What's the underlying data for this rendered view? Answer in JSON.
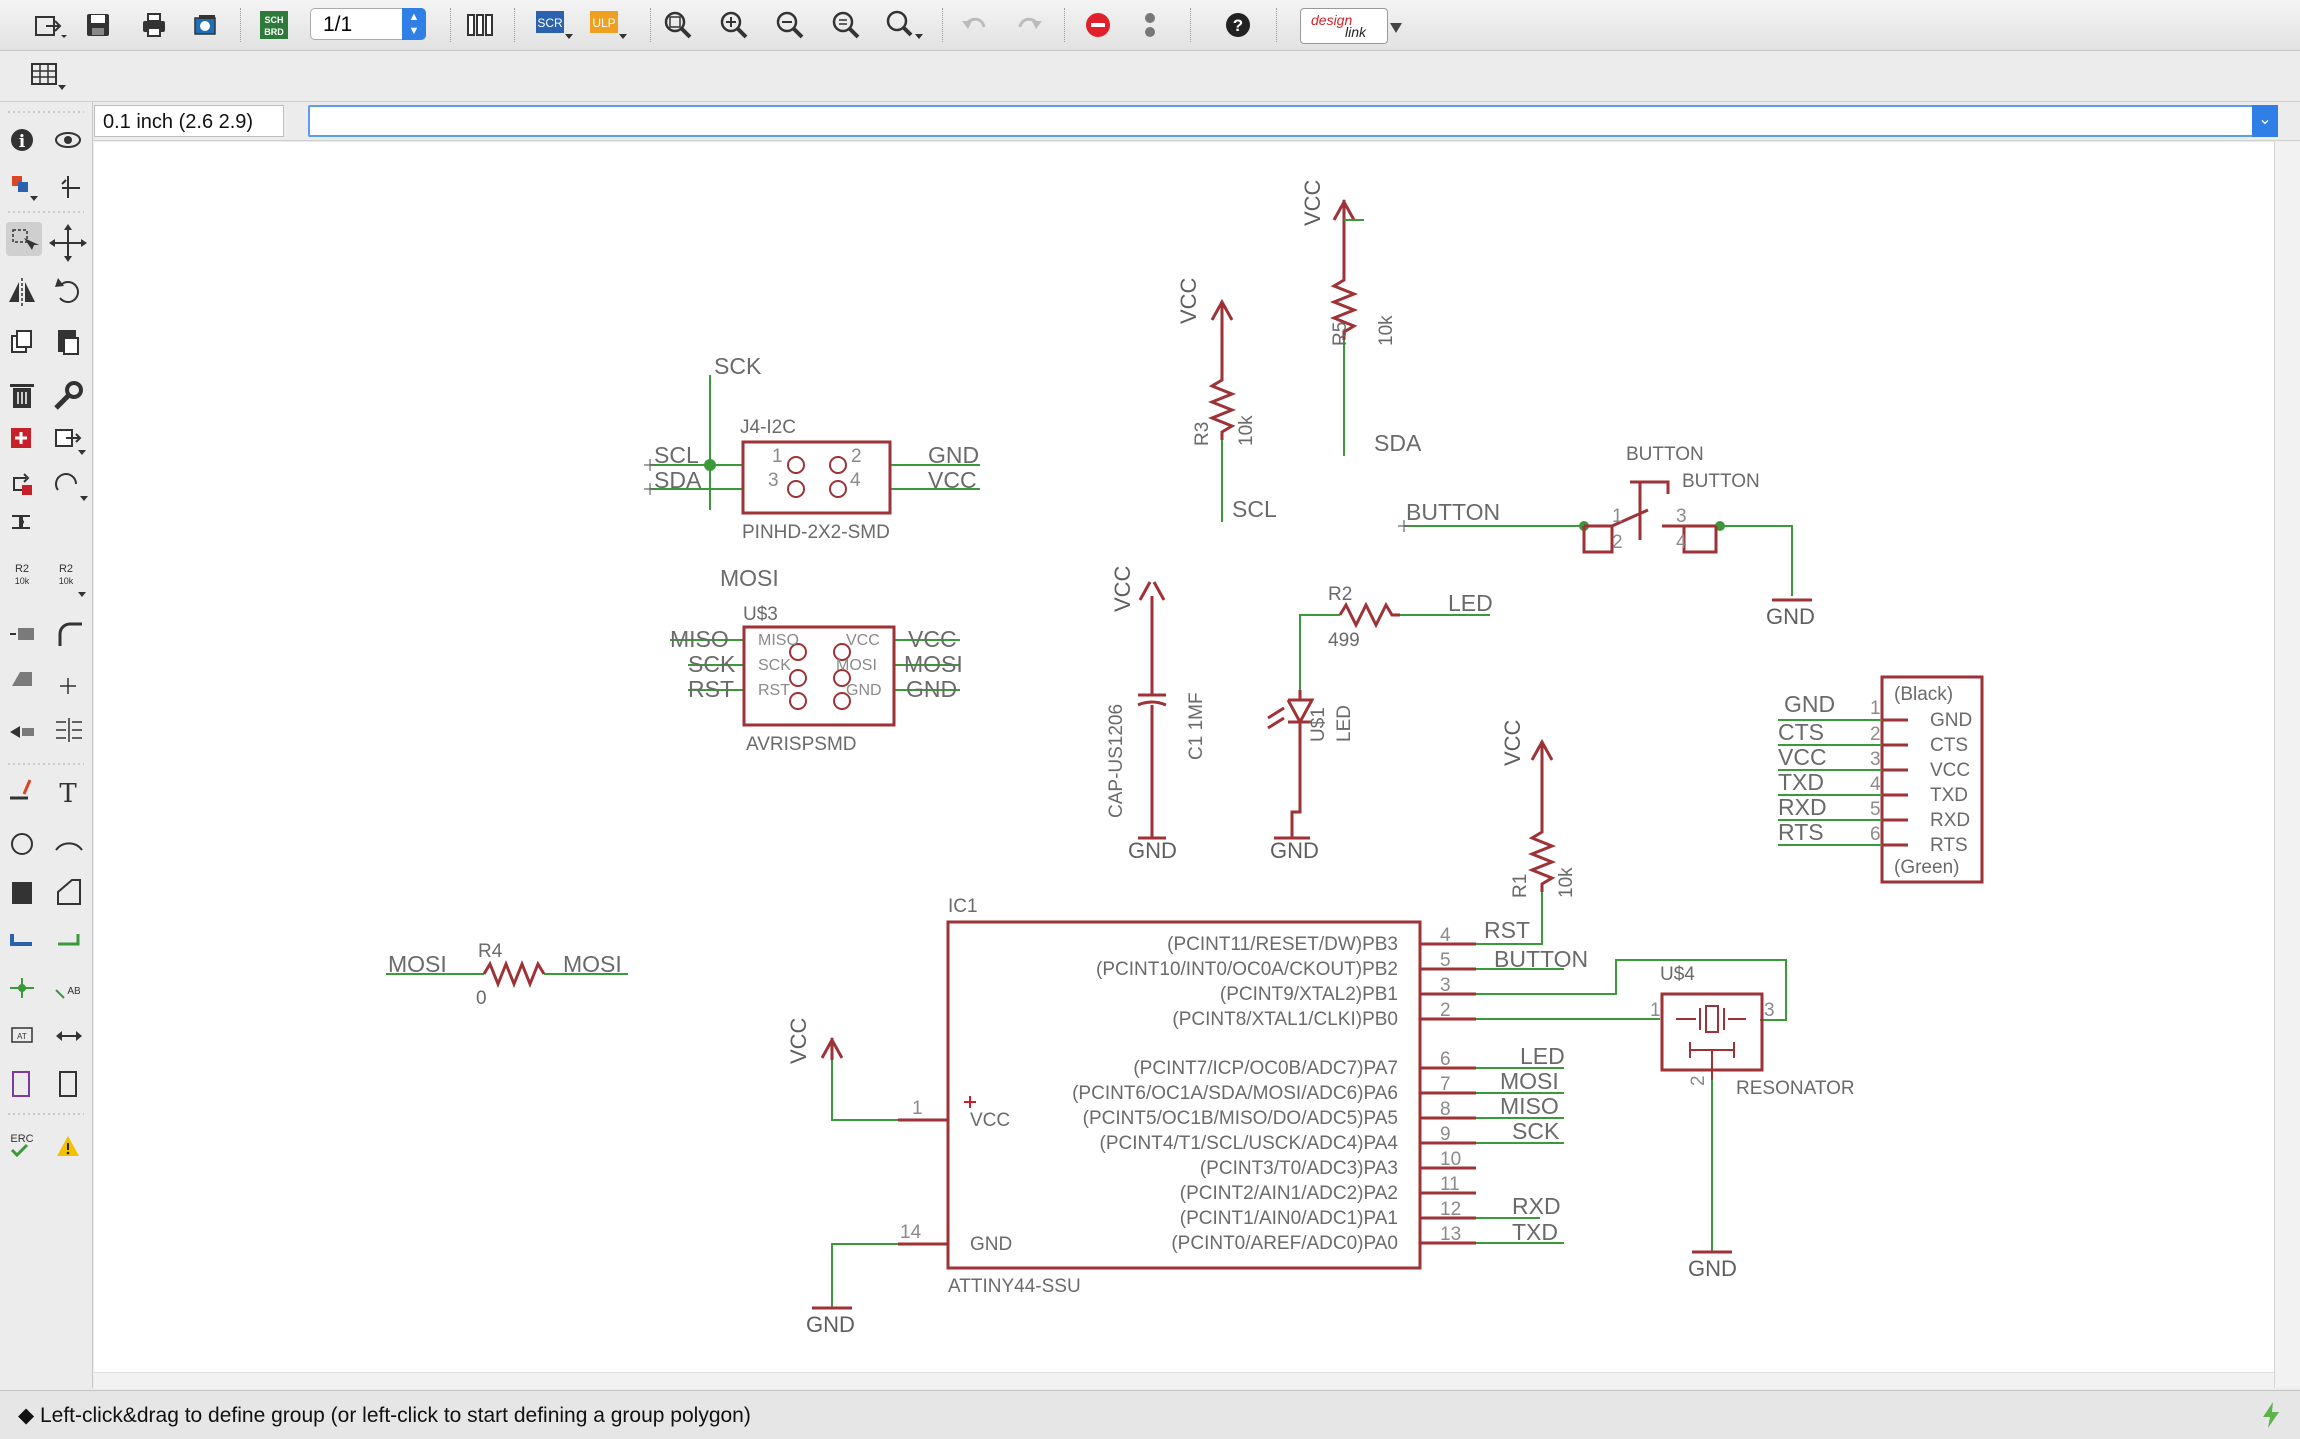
{
  "toolbar": {
    "page_value": "1/1",
    "buttons": [
      {
        "name": "open-menu-icon"
      },
      {
        "name": "save-icon"
      },
      {
        "name": "print-icon"
      },
      {
        "name": "cam-icon"
      },
      {
        "name": "sch-brd-switch-icon",
        "label": "SCH BRD"
      },
      {
        "name": "library-icon"
      },
      {
        "name": "script-icon",
        "label": "SCR"
      },
      {
        "name": "ulp-icon",
        "label": "ULP"
      },
      {
        "name": "zoom-fit-icon"
      },
      {
        "name": "zoom-in-icon"
      },
      {
        "name": "zoom-out-icon"
      },
      {
        "name": "zoom-redraw-icon"
      },
      {
        "name": "zoom-select-icon"
      },
      {
        "name": "undo-icon"
      },
      {
        "name": "redo-icon"
      },
      {
        "name": "stop-icon"
      },
      {
        "name": "go-icon"
      },
      {
        "name": "help-icon"
      }
    ],
    "designlink": {
      "line1": "design",
      "line2": "link"
    }
  },
  "subbar": {
    "grid_icon": "grid-icon"
  },
  "command": {
    "coordinates": "0.1 inch (2.6 2.9)",
    "input_value": ""
  },
  "sidebar": {
    "tools": [
      "info-icon",
      "show-icon",
      "layer-visibility-icon",
      "mark-icon",
      "group-select-icon",
      "move-icon",
      "mirror-icon",
      "rotate-icon",
      "copy-icon",
      "paste-icon",
      "delete-icon",
      "change-icon",
      "add-part-icon",
      "replace-icon",
      "swap-icon",
      "gateswap-icon",
      "invoke-icon",
      "name-icon",
      "value-icon",
      "value-dropdown-icon",
      "smash-icon",
      "miter-icon",
      "split-icon",
      "optimize-icon",
      "pinswap-icon",
      "align-icon",
      "wire-icon",
      "text-icon",
      "circle-icon",
      "arc-icon",
      "rectangle-icon",
      "polygon-icon",
      "bus-icon",
      "net-icon",
      "junction-icon",
      "label-icon",
      "attribute-icon",
      "dimension-icon",
      "frame-icon",
      "module-icon",
      "erc-icon",
      "warning-icon"
    ],
    "erc_label": "ERC"
  },
  "status": {
    "message": "Left-click&drag to define group (or left-click to start defining a group polygon)"
  },
  "schematic": {
    "labels": {
      "sck_top": "SCK",
      "j4_name": "J4-I2C",
      "j4_scl": "SCL",
      "j4_sda": "SDA",
      "j4_gnd": "GND",
      "j4_vcc": "VCC",
      "j4_p1": "1",
      "j4_p2": "2",
      "j4_p3": "3",
      "j4_p4": "4",
      "j4_value": "PINHD-2X2-SMD",
      "mosi_j4": "MOSI",
      "u3_name": "U$3",
      "u3_miso_in": "MISO",
      "u3_sck_in": "SCK",
      "u3_rst_in": "RST",
      "u3_vcc_out": "VCC",
      "u3_mosi_out": "MOSI",
      "u3_gnd_out": "GND",
      "u3_pin_miso": "MISO",
      "u3_pin_sck": "SCK",
      "u3_pin_rst": "RST",
      "u3_pin_vcc": "VCC",
      "u3_pin_mosi": "MOSI",
      "u3_pin_gnd": "GND",
      "u3_value": "AVRISPSMD",
      "r3_vcc": "VCC",
      "r3_name": "R3",
      "r3_value": "10k",
      "r3_scl": "SCL",
      "r5_vcc": "VCC",
      "r5_name": "R5",
      "r5_value": "10k",
      "r5_sda": "SDA",
      "btn_name": "BUTTON",
      "btn_value": "BUTTON",
      "btn_net": "BUTTON",
      "btn_p1": "1",
      "btn_p2": "2",
      "btn_p3": "3",
      "btn_p4": "4",
      "btn_gnd": "GND",
      "c1_vcc": "VCC",
      "c1_value": "CAP-US1206",
      "c1_name": "C1 1MF",
      "c1_gnd": "GND",
      "r2_name": "R2",
      "r2_value": "499",
      "r2_led": "LED",
      "u1_name": "U$1",
      "u1_value": "LED",
      "led_gnd": "GND",
      "ftdi_black": "(Black)",
      "ftdi_green": "(Green)",
      "ftdi_gnd": "GND",
      "ftdi_cts": "CTS",
      "ftdi_vcc": "VCC",
      "ftdi_txd": "TXD",
      "ftdi_rxd": "RXD",
      "ftdi_rts": "RTS",
      "ftdi_p1": "1",
      "ftdi_p2": "2",
      "ftdi_p3": "3",
      "ftdi_p4": "4",
      "ftdi_p5": "5",
      "ftdi_p6": "6",
      "ftdi_in_gnd": "GND",
      "ftdi_in_cts": "CTS",
      "ftdi_in_vcc": "VCC",
      "ftdi_in_txd": "TXD",
      "ftdi_in_rxd": "RXD",
      "ftdi_in_rts": "RTS",
      "r1_vcc": "VCC",
      "r1_name": "R1",
      "r1_value": "10k",
      "r4_name": "R4",
      "r4_value": "0",
      "r4_mosi_l": "MOSI",
      "r4_mosi_r": "MOSI",
      "ic1_name": "IC1",
      "ic1_value": "ATTINY44-SSU",
      "ic1_pb3": "(PCINT11/RESET/DW)PB3",
      "ic1_pb2": "(PCINT10/INT0/OC0A/CKOUT)PB2",
      "ic1_pb1": "(PCINT9/XTAL2)PB1",
      "ic1_pb0": "(PCINT8/XTAL1/CLKI)PB0",
      "ic1_pa7": "(PCINT7/ICP/OC0B/ADC7)PA7",
      "ic1_pa6": "(PCINT6/OC1A/SDA/MOSI/ADC6)PA6",
      "ic1_pa5": "(PCINT5/OC1B/MISO/DO/ADC5)PA5",
      "ic1_pa4": "(PCINT4/T1/SCL/USCK/ADC4)PA4",
      "ic1_pa3": "(PCINT3/T0/ADC3)PA3",
      "ic1_pa2": "(PCINT2/AIN1/ADC2)PA2",
      "ic1_pa1": "(PCINT1/AIN0/ADC1)PA1",
      "ic1_pa0": "(PCINT0/AREF/ADC0)PA0",
      "ic1_vcc": "VCC",
      "ic1_gnd": "GND",
      "ic1_n1": "1",
      "ic1_n14": "14",
      "ic1_n4": "4",
      "ic1_n5": "5",
      "ic1_n3": "3",
      "ic1_n2": "2",
      "ic1_n6": "6",
      "ic1_n7": "7",
      "ic1_n8": "8",
      "ic1_n9": "9",
      "ic1_n10": "10",
      "ic1_n11": "11",
      "ic1_n12": "12",
      "ic1_n13": "13",
      "net_rst": "RST",
      "net_button": "BUTTON",
      "net_led": "LED",
      "net_mosi": "MOSI",
      "net_miso": "MISO",
      "net_sck": "SCK",
      "net_rxd": "RXD",
      "net_txd": "TXD",
      "vcc_ic": "VCC",
      "gnd_ic": "GND",
      "u4_name": "U$4",
      "u4_value": "RESONATOR",
      "u4_p1": "1",
      "u4_p2": "2",
      "u4_p3": "3",
      "u4_gnd": "GND"
    }
  },
  "colors": {
    "part": "#9e3236",
    "wire": "#3a9a3a",
    "text": "#6a6a6a",
    "accent": "#2f7fe6"
  }
}
